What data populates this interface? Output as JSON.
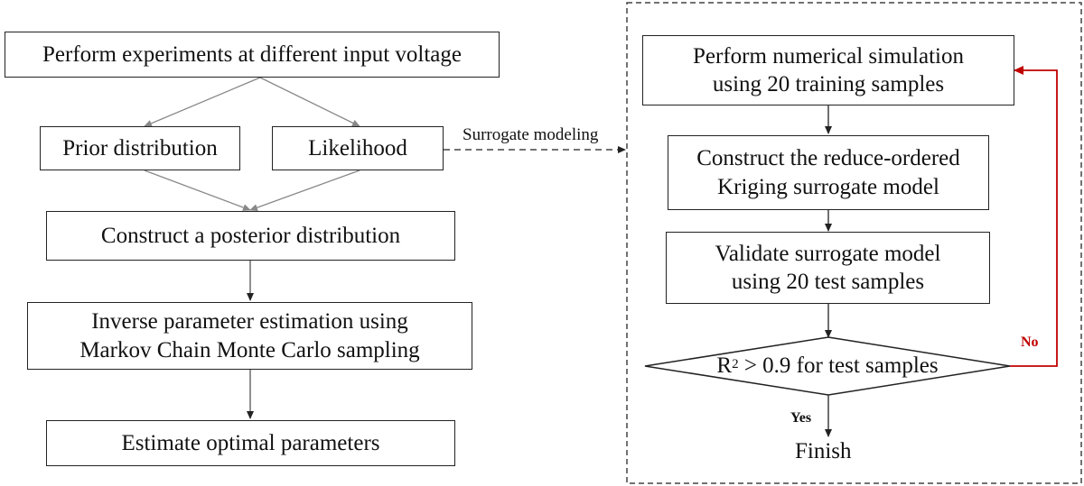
{
  "left_flow": {
    "experiments": "Perform experiments at different input voltage",
    "prior": "Prior distribution",
    "likelihood": "Likelihood",
    "posterior": "Construct a posterior distribution",
    "inverse_line1": "Inverse parameter estimation using",
    "inverse_line2": "Markov Chain Monte Carlo sampling",
    "estimate": "Estimate optimal parameters"
  },
  "connector_label": "Surrogate modeling",
  "right_flow": {
    "simulation_line1": "Perform numerical simulation",
    "simulation_line2": "using 20 training samples",
    "construct_line1": "Construct the reduce-ordered",
    "construct_line2": "Kriging surrogate model",
    "validate_line1": "Validate surrogate model",
    "validate_line2": "using 20 test samples",
    "decision_prefix": "R",
    "decision_sup": "2",
    "decision_suffix": " > 0.9 for test samples",
    "yes_label": "Yes",
    "no_label": "No",
    "finish": "Finish"
  },
  "colors": {
    "line": "#222222",
    "connector_gray": "#888888",
    "loop_back": "#c00000"
  }
}
